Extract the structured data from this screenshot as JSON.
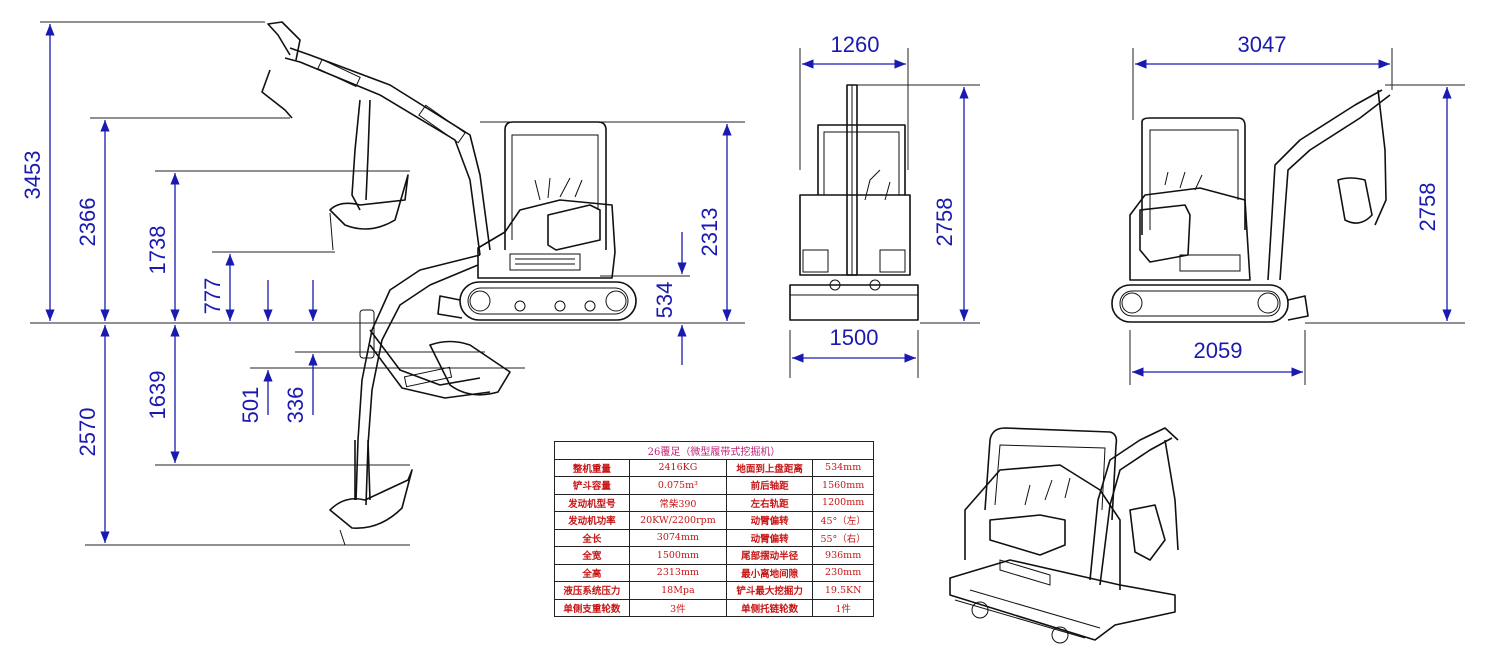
{
  "side_view": {
    "heights": {
      "h1": "3453",
      "h2": "2366",
      "h3": "1738",
      "h4": "777",
      "h5": "2313",
      "h6": "534"
    },
    "depths": {
      "d1": "1639",
      "d2": "2570",
      "d3": "501",
      "d4": "336"
    }
  },
  "front_view": {
    "width_top": "1260",
    "height": "2758",
    "width_bottom": "1500"
  },
  "rear_view": {
    "width_top": "3047",
    "height": "2758",
    "width_bottom": "2059"
  },
  "spec_table": {
    "title": "26覆足（微型履带式挖掘机）",
    "rows": [
      {
        "l1": "整机重量",
        "v1": "2416KG",
        "l2": "地面到上盘距离",
        "v2": "534mm"
      },
      {
        "l1": "铲斗容量",
        "v1": "0.075m³",
        "l2": "前后轴距",
        "v2": "1560mm"
      },
      {
        "l1": "发动机型号",
        "v1": "常柴390",
        "l2": "左右轨距",
        "v2": "1200mm"
      },
      {
        "l1": "发动机功率",
        "v1": "20KW/2200rpm",
        "l2": "动臂偏转",
        "v2": "45°（左）"
      },
      {
        "l1": "全长",
        "v1": "3074mm",
        "l2": "动臂偏转",
        "v2": "55°（右）"
      },
      {
        "l1": "全宽",
        "v1": "1500mm",
        "l2": "尾部摆动半径",
        "v2": "936mm"
      },
      {
        "l1": "全高",
        "v1": "2313mm",
        "l2": "最小离地间隙",
        "v2": "230mm"
      },
      {
        "l1": "液压系统压力",
        "v1": "18Mpa",
        "l2": "铲斗最大挖掘力",
        "v2": "19.5KN"
      },
      {
        "l1": "单侧支重轮数",
        "v1": "3件",
        "l2": "单侧托链轮数",
        "v2": "1件"
      }
    ]
  },
  "colors": {
    "dimension": "#1a1ab0",
    "table_label": "#c71515",
    "table_title": "#c0237a"
  }
}
